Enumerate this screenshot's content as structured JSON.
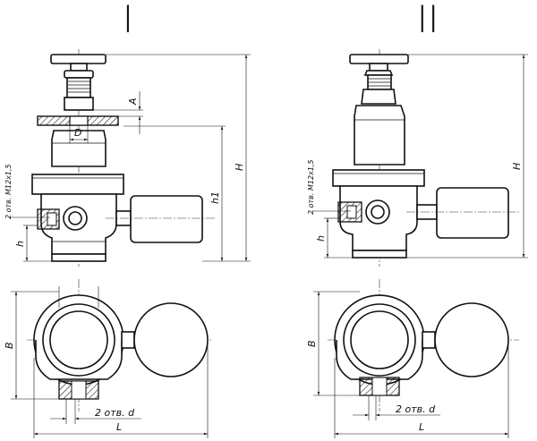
{
  "views": [
    {
      "numeral": "I",
      "labels": {
        "a": "A",
        "d_upper": "D",
        "h_total": "H",
        "h1": "h1",
        "h": "h",
        "thread": "2 отв. М12х1,5",
        "b": "B",
        "l": "L",
        "holes": "2 отв. d"
      }
    },
    {
      "numeral": "II",
      "labels": {
        "h_total": "H",
        "h": "h",
        "thread": "2 отв. М12х1,5",
        "b": "B",
        "l": "L",
        "holes": "2 отв. d"
      }
    }
  ]
}
